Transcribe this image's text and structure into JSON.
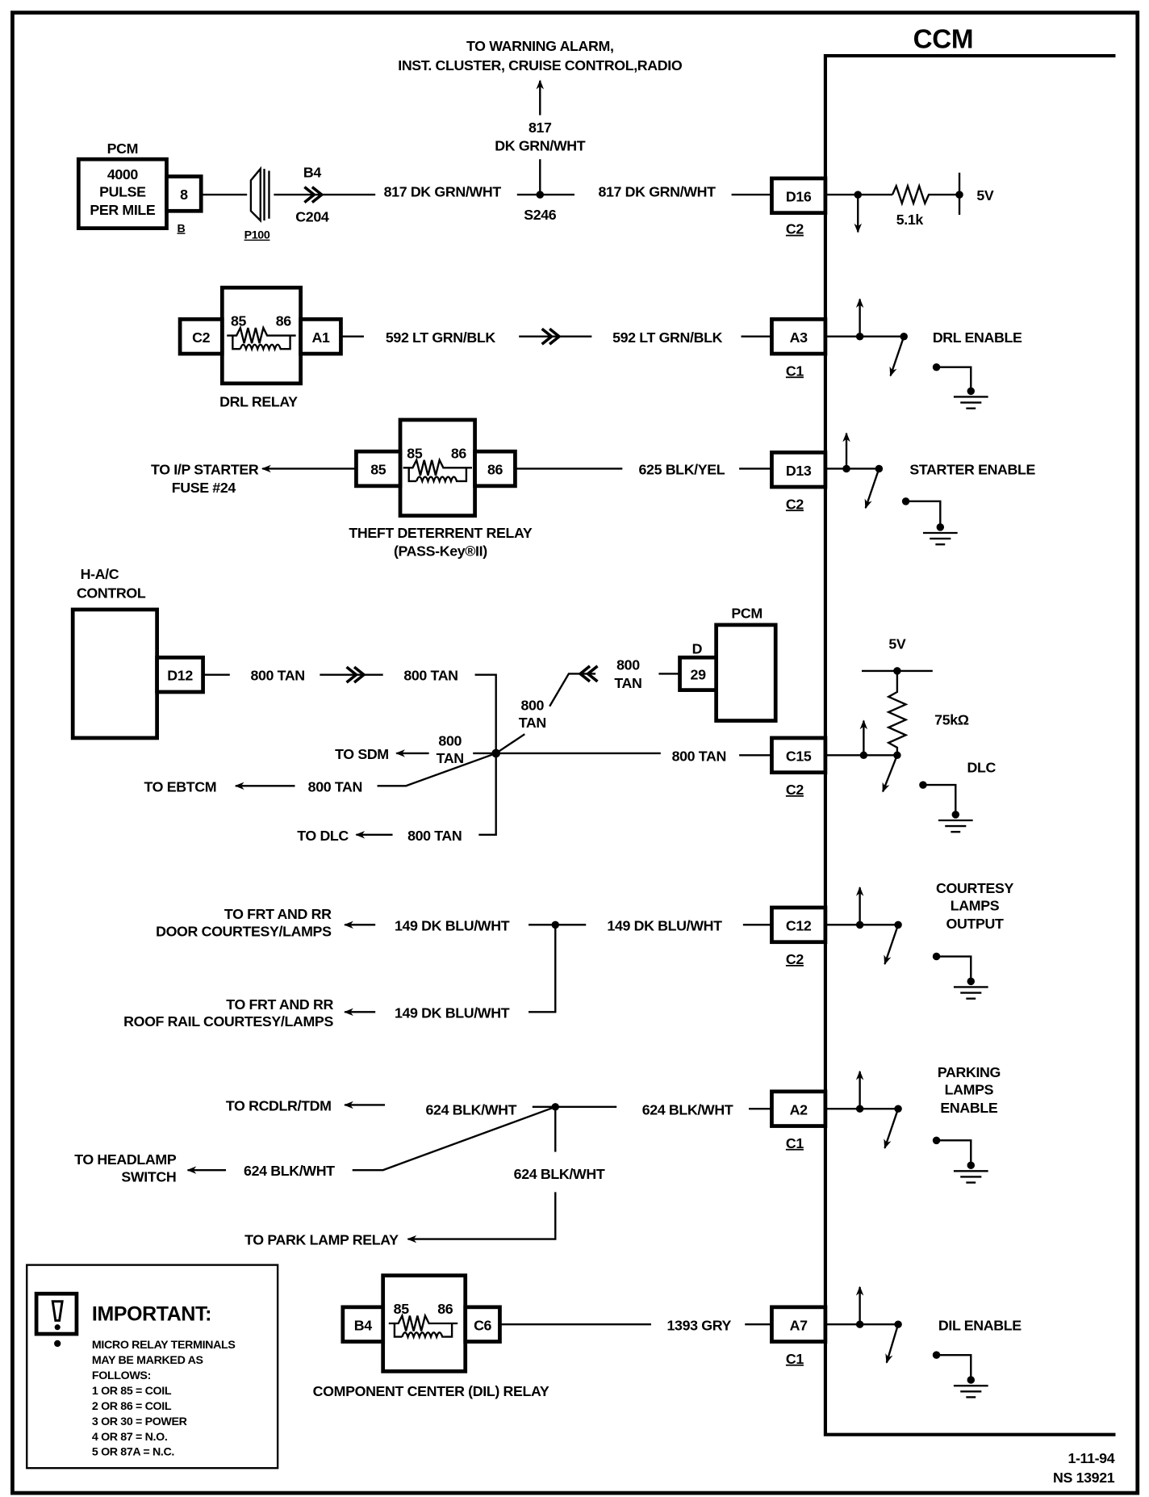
{
  "diagram": {
    "module_title": "CCM",
    "footer": {
      "date": "1-11-94",
      "code": "NS 13921"
    },
    "top_destination": {
      "line1": "TO WARNING ALARM,",
      "line2": "INST. CLUSTER, CRUISE CONTROL,RADIO",
      "wire_number": "817",
      "wire_color": "DK GRN/WHT"
    },
    "row_vss": {
      "pcm_title": "PCM",
      "pcm_line1": "4000",
      "pcm_line2": "PULSE",
      "pcm_line3": "PER MILE",
      "pcm_pin": "8",
      "pcm_connector": "B",
      "inline_label": "P100",
      "inline_pin": "B4",
      "inline_connector": "C204",
      "wire_left": "817 DK GRN/WHT",
      "splice": "S246",
      "wire_right": "817 DK GRN/WHT",
      "ccm_pin": "D16",
      "ccm_connector": "C2",
      "resistor": "5.1k",
      "voltage": "5V"
    },
    "row_drl": {
      "relay_left_pin": "C2",
      "relay_right_pin": "A1",
      "coil_left": "85",
      "coil_right": "86",
      "relay_name": "DRL RELAY",
      "wire_left": "592 LT GRN/BLK",
      "wire_right": "592 LT GRN/BLK",
      "ccm_pin": "A3",
      "ccm_connector": "C1",
      "function": "DRL ENABLE"
    },
    "row_starter": {
      "dest_line1": "TO I/P STARTER",
      "dest_line2": "FUSE #24",
      "relay_left_pin": "85",
      "relay_right_pin": "86",
      "coil_left": "85",
      "coil_right": "86",
      "relay_name_line1": "THEFT DETERRENT RELAY",
      "relay_name_line2": "(PASS-Key®II)",
      "wire": "625 BLK/YEL",
      "ccm_pin": "D13",
      "ccm_connector": "C2",
      "function": "STARTER ENABLE"
    },
    "row_serial": {
      "hac_line1": "H-A/C",
      "hac_line2": "CONTROL",
      "hac_pin": "D12",
      "wire_hac_left": "800 TAN",
      "wire_hac_right": "800 TAN",
      "pcm_title": "PCM",
      "pcm_connector": "D",
      "pcm_pin": "29",
      "wire_pcm_num": "800",
      "wire_pcm_color": "TAN",
      "wire_diag_num": "800",
      "wire_diag_color": "TAN",
      "sdm_dest": "TO SDM",
      "sdm_wire_num": "800",
      "sdm_wire_color": "TAN",
      "ebtcm_dest": "TO EBTCM",
      "ebtcm_wire": "800 TAN",
      "dlc_dest": "TO DLC",
      "dlc_wire": "800 TAN",
      "ccm_wire": "800 TAN",
      "ccm_pin": "C15",
      "ccm_connector": "C2",
      "voltage": "5V",
      "resistor": "75kΩ",
      "function": "DLC"
    },
    "row_courtesy": {
      "dest1_line1": "TO FRT AND RR",
      "dest1_line2": "DOOR COURTESY/LAMPS",
      "wire1": "149 DK BLU/WHT",
      "dest2_line1": "TO FRT AND RR",
      "dest2_line2": "ROOF RAIL COURTESY/LAMPS",
      "wire2": "149 DK BLU/WHT",
      "ccm_wire": "149 DK BLU/WHT",
      "ccm_pin": "C12",
      "ccm_connector": "C2",
      "function_line1": "COURTESY",
      "function_line2": "LAMPS",
      "function_line3": "OUTPUT"
    },
    "row_parking": {
      "dest1": "TO RCDLR/TDM",
      "wire1": "624 BLK/WHT",
      "dest2_line1": "TO HEADLAMP",
      "dest2_line2": "SWITCH",
      "wire2": "624 BLK/WHT",
      "wire3": "624 BLK/WHT",
      "dest3": "TO PARK LAMP RELAY",
      "ccm_wire": "624 BLK/WHT",
      "ccm_pin": "A2",
      "ccm_connector": "C1",
      "function_line1": "PARKING",
      "function_line2": "LAMPS",
      "function_line3": "ENABLE"
    },
    "row_dil": {
      "relay_left_pin": "B4",
      "relay_right_pin": "C6",
      "coil_left": "85",
      "coil_right": "86",
      "relay_name": "COMPONENT CENTER (DIL) RELAY",
      "wire": "1393 GRY",
      "ccm_pin": "A7",
      "ccm_connector": "C1",
      "function": "DIL ENABLE"
    },
    "important_note": {
      "title": "IMPORTANT:",
      "lines": [
        "MICRO RELAY TERMINALS",
        "MAY BE MARKED AS",
        "FOLLOWS:",
        "1 OR 85 = COIL",
        "2 OR 86 = COIL",
        "3 OR 30 = POWER",
        "4 OR 87 = N.O.",
        "5 OR 87A = N.C."
      ]
    }
  }
}
